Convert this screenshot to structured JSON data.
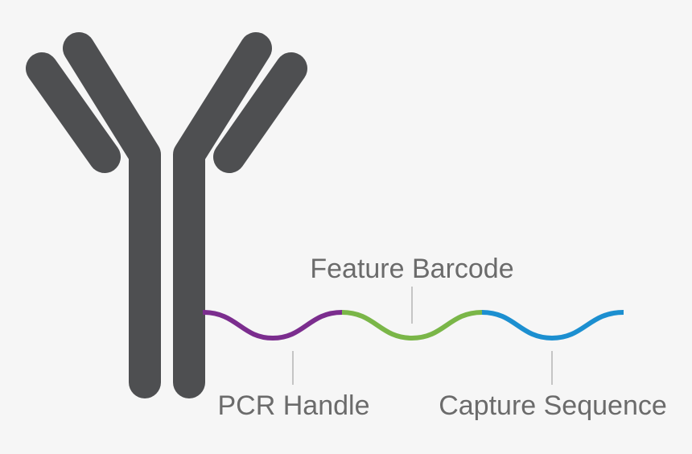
{
  "colors": {
    "background": "#f6f6f6",
    "antibody": "#4e4f51",
    "pcr_handle": "#7b2d8e",
    "feature_barcode": "#7ab648",
    "capture_sequence": "#1c8fd0",
    "leader_line": "#b5b5b5",
    "label_text": "#6b6b6b"
  },
  "labels": {
    "feature_barcode": "Feature Barcode",
    "pcr_handle": "PCR Handle",
    "capture_sequence": "Capture Sequence"
  }
}
